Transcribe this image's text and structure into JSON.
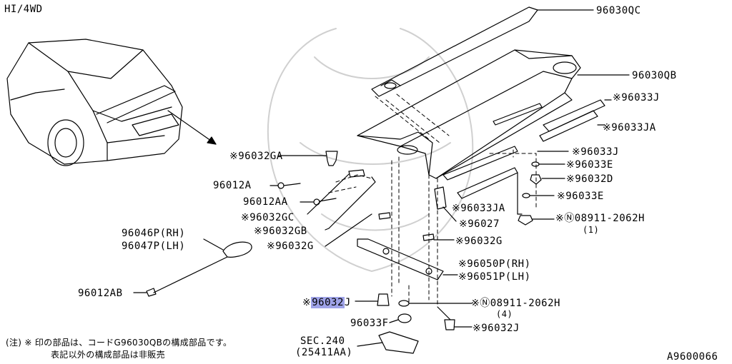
{
  "header": {
    "model_tag": "HI/4WD"
  },
  "diagram_id": "A9600066",
  "highlight_color": "#9fa3e8",
  "callouts": {
    "c96030QC": "96030QC",
    "c96030QB": "96030QB",
    "c96033J_a": "※96033J",
    "c96033JA_a": "※96033JA",
    "c96032GA": "※96032GA",
    "c96033J_b": "※96033J",
    "c96033E_a": "※96033E",
    "c96032D": "※96032D",
    "c96012A": "96012A",
    "c96033E_b": "※96033E",
    "c96012AA": "96012AA",
    "c96033JA_b": "※96033JA",
    "c96032GC": "※96032GC",
    "c08911_a": "※Ⓝ08911-2062H",
    "c08911_a_qty": "(1)",
    "c96027": "※96027",
    "c96032GB": "※96032GB",
    "c96046P": "96046P(RH)",
    "c96047P": "96047P(LH)",
    "c96032G_a": "※96032G",
    "c96032G_b": "※96032G",
    "c96050P": "※96050P(RH)",
    "c96051P": "※96051P(LH)",
    "c96012AB": "96012AB",
    "c96032J_star": "※",
    "c96032J_sel": "96032",
    "c96032J_tail": "J",
    "c08911_b": "※Ⓝ08911-2062H",
    "c08911_b_qty": "(4)",
    "c96033F": "96033F",
    "c96032J_b": "※96032J",
    "c_sec": "SEC.240",
    "c_sec_sub": "(25411AA)"
  },
  "footnote": {
    "line1": "(注) ※ 印の部品は、コードG96030QBの構成部品です。",
    "line2": "表記以外の構成部品は非販売"
  }
}
